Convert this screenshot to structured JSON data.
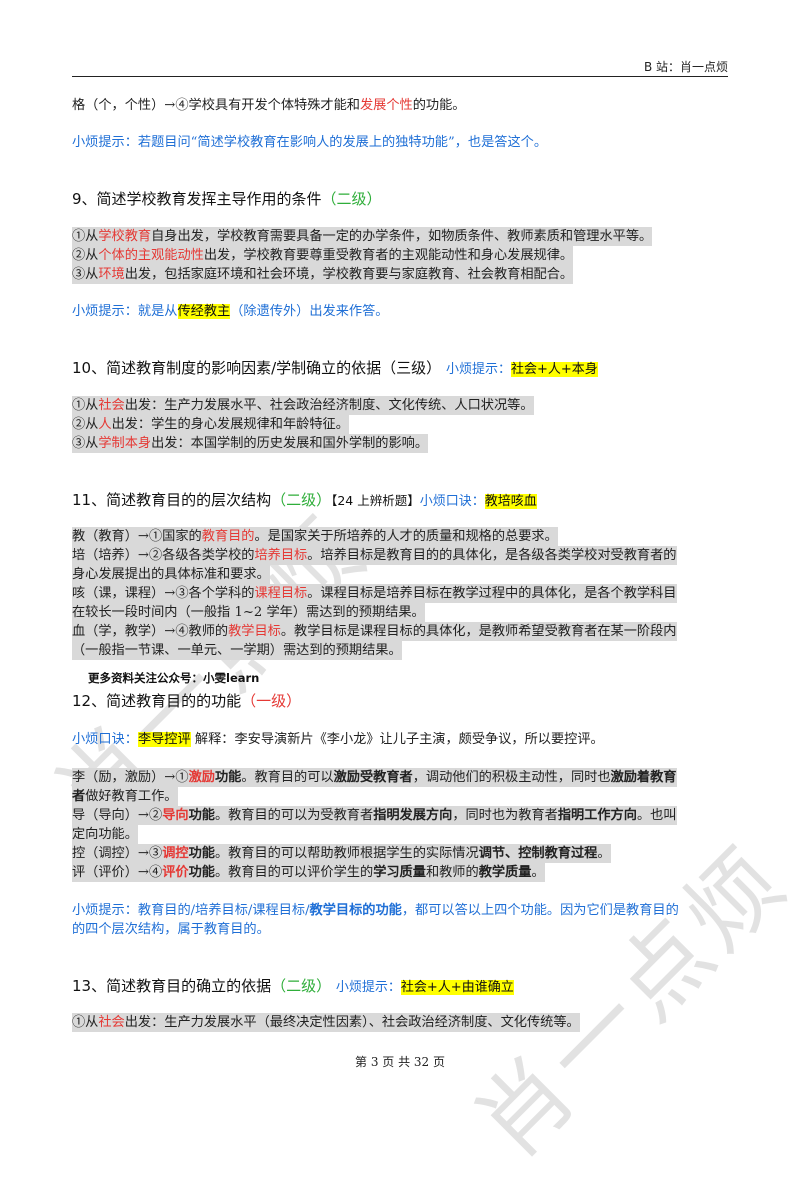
{
  "header": {
    "text": "B 站：肖一点烦"
  },
  "watermark": {
    "left": "肖一点烦",
    "right": "肖一点烦"
  },
  "l01": {
    "a": "格（个，个性）→④学校具有开发个体特殊才能和",
    "b": "发展个性",
    "c": "的功能。"
  },
  "l02": {
    "a": "小烦提示：若题目问“简述学校教育在影响人的发展上的独特功能”，也是答这个。"
  },
  "q9": {
    "a": "9、简述学校教育发挥主导作用的条件",
    "b": "（二级）"
  },
  "l03": {
    "a": "①从",
    "b": "学校教育",
    "c": "自身出发，学校教育需要具备一定的办学条件，如物质条件、教师素质和管理水平等。"
  },
  "l04": {
    "a": "②从",
    "b": "个体的主观能动性",
    "c": "出发，学校教育要尊重受教育者的主观能动性和身心发展规律。"
  },
  "l05": {
    "a": "③从",
    "b": "环境",
    "c": "出发，包括家庭环境和社会环境，学校教育要与家庭教育、社会教育相配合。"
  },
  "l06": {
    "a": "小烦提示：就是从",
    "b": "传经教主",
    "c": "（除遗传外）出发来作答。"
  },
  "q10": {
    "a": "10、简述教育制度的影响因素/学制确立的依据（三级）",
    "b": "小烦提示：",
    "c": "社会+人+本身"
  },
  "l07": {
    "a": "①从",
    "b": "社会",
    "c": "出发：生产力发展水平、社会政治经济制度、文化传统、人口状况等。"
  },
  "l08": {
    "a": "②从",
    "b": "人",
    "c": "出发：学生的身心发展规律和年龄特征。"
  },
  "l09": {
    "a": "③从",
    "b": "学制本身",
    "c": "出发：本国学制的历史发展和国外学制的影响。"
  },
  "q11": {
    "a": "11、简述教育目的的层次结构",
    "b": "（二级）",
    "c": "【24 上辨析题】",
    "d": "小烦口诀：",
    "e": "教培咳血"
  },
  "l10": {
    "a": "教（教育）→①国家的",
    "b": "教育目的",
    "c": "。是国家关于所培养的人才的质量和规格的总要求。"
  },
  "l11": {
    "a": "培（培养）→②各级各类学校的",
    "b": "培养目标",
    "c": "。培养目标是教育目的的具体化，是各级各类学校对受教育者的"
  },
  "l12": {
    "a": "身心发展提出的具体标准和要求。"
  },
  "l13": {
    "a": "咳（课，课程）→③各个学科的",
    "b": "课程目标",
    "c": "。课程目标是培养目标在教学过程中的具体化，是各个教学科目"
  },
  "l14": {
    "a": "在较长一段时间内（一般指 1~2 学年）需达到的预期结果。"
  },
  "l15": {
    "a": "血（学，教学）→④教师的",
    "b": "教学目标",
    "c": "。教学目标是课程目标的具体化，是教师希望受教育者在某一阶段内"
  },
  "l16": {
    "a": "（一般指一节课、一单元、一学期）需达到的预期结果。"
  },
  "pub": {
    "a": "更多资料关注公众号：小雯learn"
  },
  "q12": {
    "a": "12、简述教育目的的功能",
    "b": "（一级）"
  },
  "l17": {
    "a": "小烦口诀：",
    "b": "李导控评",
    "c": "解释：李安导演新片《李小龙》让儿子主演，颇受争议，所以要控评。"
  },
  "l18": {
    "a": "李（励，激励）→①",
    "b": "激励",
    "c": "功能",
    "d": "。教育目的可以",
    "e": "激励受教育者",
    "f": "，调动他们的积极主动性，同时也",
    "g": "激励着教育"
  },
  "l19": {
    "a": "者",
    "b": "做好教育工作。"
  },
  "l20": {
    "a": "导（导向）→②",
    "b": "导向",
    "c": "功能",
    "d": "。教育目的可以为受教育者",
    "e": "指明发展方向",
    "f": "，同时也为教育者",
    "g": "指明工作方向",
    "h": "。也叫"
  },
  "l21": {
    "a": "定向功能。"
  },
  "l22": {
    "a": "控（调控）→③",
    "b": "调控",
    "c": "功能",
    "d": "。教育目的可以帮助教师根据学生的实际情况",
    "e": "调节、控制教育过程",
    "f": "。"
  },
  "l23": {
    "a": "评（评价）→④",
    "b": "评价",
    "c": "功能",
    "d": "。教育目的可以评价学生的",
    "e": "学习质量",
    "f": "和教师的",
    "g": "教学质量",
    "h": "。"
  },
  "l24": {
    "a": "小烦提示：教育目的/培养目标/课程目标/",
    "b": "教学目标的功能",
    "c": "，都可以答以上四个功能。因为它们是教育目的"
  },
  "l25": {
    "a": "的四个层次结构，属于教育目的。"
  },
  "q13": {
    "a": "13、简述教育目的确立的依据",
    "b": "（二级）",
    "c": "小烦提示：",
    "d": "社会+人+由谁确立"
  },
  "l26": {
    "a": "①从",
    "b": "社会",
    "c": "出发：生产力发展水平（最终决定性因素）、社会政治经济制度、文化传统等。"
  },
  "footer": {
    "text": "第 3 页 共 32 页"
  }
}
